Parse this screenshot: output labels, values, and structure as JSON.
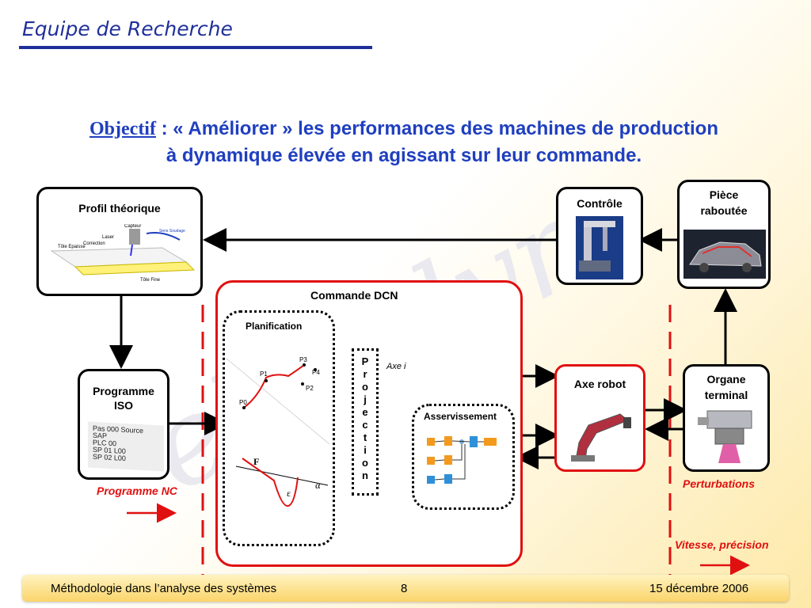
{
  "header": {
    "title": "Equipe de Recherche"
  },
  "objective": {
    "label": "Objectif",
    "line1": " : « Améliorer » les performances des machines de production",
    "line2": "à dynamique élevée en agissant sur leur commande."
  },
  "diagram": {
    "profil_theorique": {
      "title": "Profil théorique",
      "labels": {
        "capteur": "Capteur",
        "laser": "Laser",
        "correction": "Correction",
        "sens_soudage": "Sens Soudage",
        "tole_epaisse": "Tôle Epaisse",
        "tole_fine": "Tôle Fine"
      }
    },
    "controle": {
      "title": "Contrôle"
    },
    "piece": {
      "title_line1": "Pièce",
      "title_line2": "raboutée"
    },
    "programme_iso": {
      "title_line1": "Programme",
      "title_line2": "ISO",
      "code": [
        "Pas      000 Source SAP",
        "PLC 00",
        "SP 01 L00",
        "SP 02 L00"
      ]
    },
    "programme_nc": "Programme NC",
    "commande_dcn": "Commande DCN",
    "planification": {
      "title": "Planification",
      "points": [
        "P0",
        "P1",
        "P2",
        "P3",
        "P4"
      ],
      "F": "F",
      "epsilon": "ε",
      "alpha": "α"
    },
    "projection_letters": [
      "P",
      "r",
      "o",
      "j",
      "e",
      "c",
      "t",
      "i",
      "o",
      "n"
    ],
    "axe_i": "Axe i",
    "asservissement": "Asservissement",
    "axe_robot": "Axe robot",
    "organe_terminal": {
      "line1": "Organe",
      "line2": "terminal"
    },
    "perturbations": "Perturbations",
    "vitesse_precision": "Vitesse, précision"
  },
  "footer": {
    "left": "Méthodologie dans l’analyse des systèmes",
    "page": "8",
    "date": "15 décembre 2006"
  },
  "colors": {
    "title_blue": "#1f2f9a",
    "objective_blue": "#1f3fbf",
    "red": "#e01010",
    "footer_gold": "#fbd46a"
  }
}
